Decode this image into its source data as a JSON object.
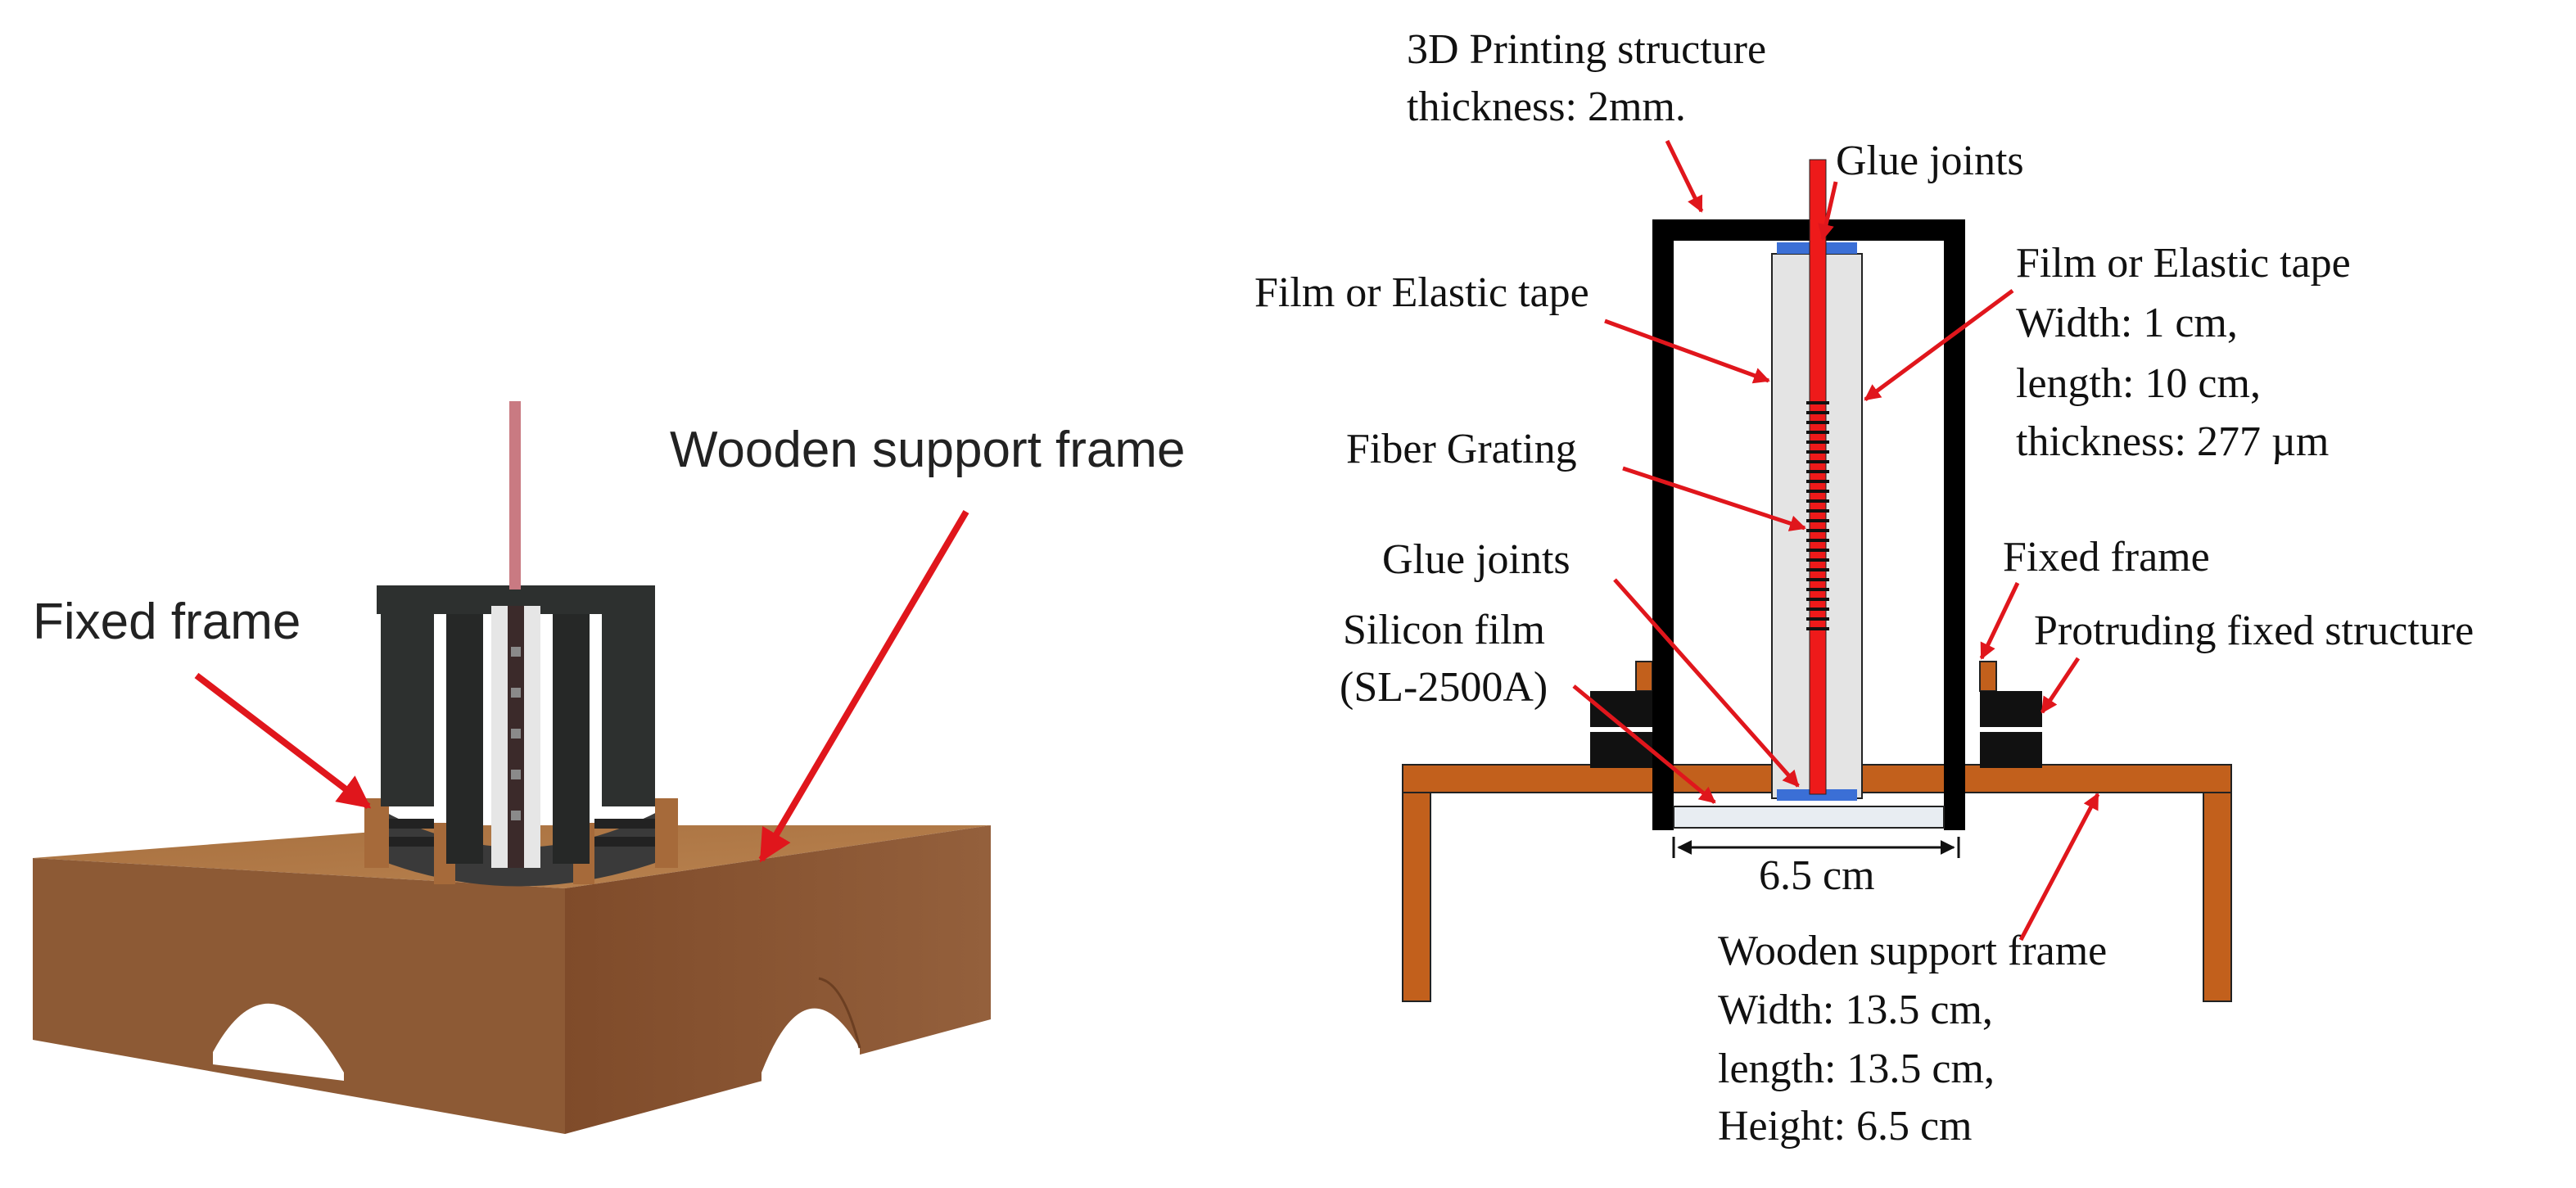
{
  "left_panel": {
    "label_fixed_frame": "Fixed frame",
    "label_wooden_support": "Wooden support frame"
  },
  "right_panel": {
    "printing_structure": [
      "3D Printing structure",
      "thickness: 2mm."
    ],
    "glue_joints_top": "Glue joints",
    "film_left": "Film or Elastic tape",
    "film_right": [
      "Film or Elastic tape",
      "Width: 1 cm,",
      "length: 10 cm,",
      "thickness: 277 µm"
    ],
    "fiber_grating": "Fiber Grating",
    "glue_joints_bottom": "Glue joints",
    "silicon_film": [
      "Silicon film",
      "(SL-2500A)"
    ],
    "fixed_frame": "Fixed frame",
    "protruding": "Protruding fixed structure",
    "dimension": "6.5 cm",
    "wooden_support": [
      "Wooden support frame",
      "Width: 13.5 cm,",
      "length: 13.5 cm,",
      "Height: 6.5 cm"
    ]
  },
  "colors": {
    "wood_top": "#b57a4e",
    "wood_side": "#8a5534",
    "frame_dark": "#2d302f",
    "arrow_red": "#e0161c",
    "wood_orange": "#c2601c",
    "fiber_red": "#ee1a1a",
    "glue_blue": "#3b6fd6",
    "film_gray": "#e4e4e4",
    "silicon": "#e8edf2"
  }
}
